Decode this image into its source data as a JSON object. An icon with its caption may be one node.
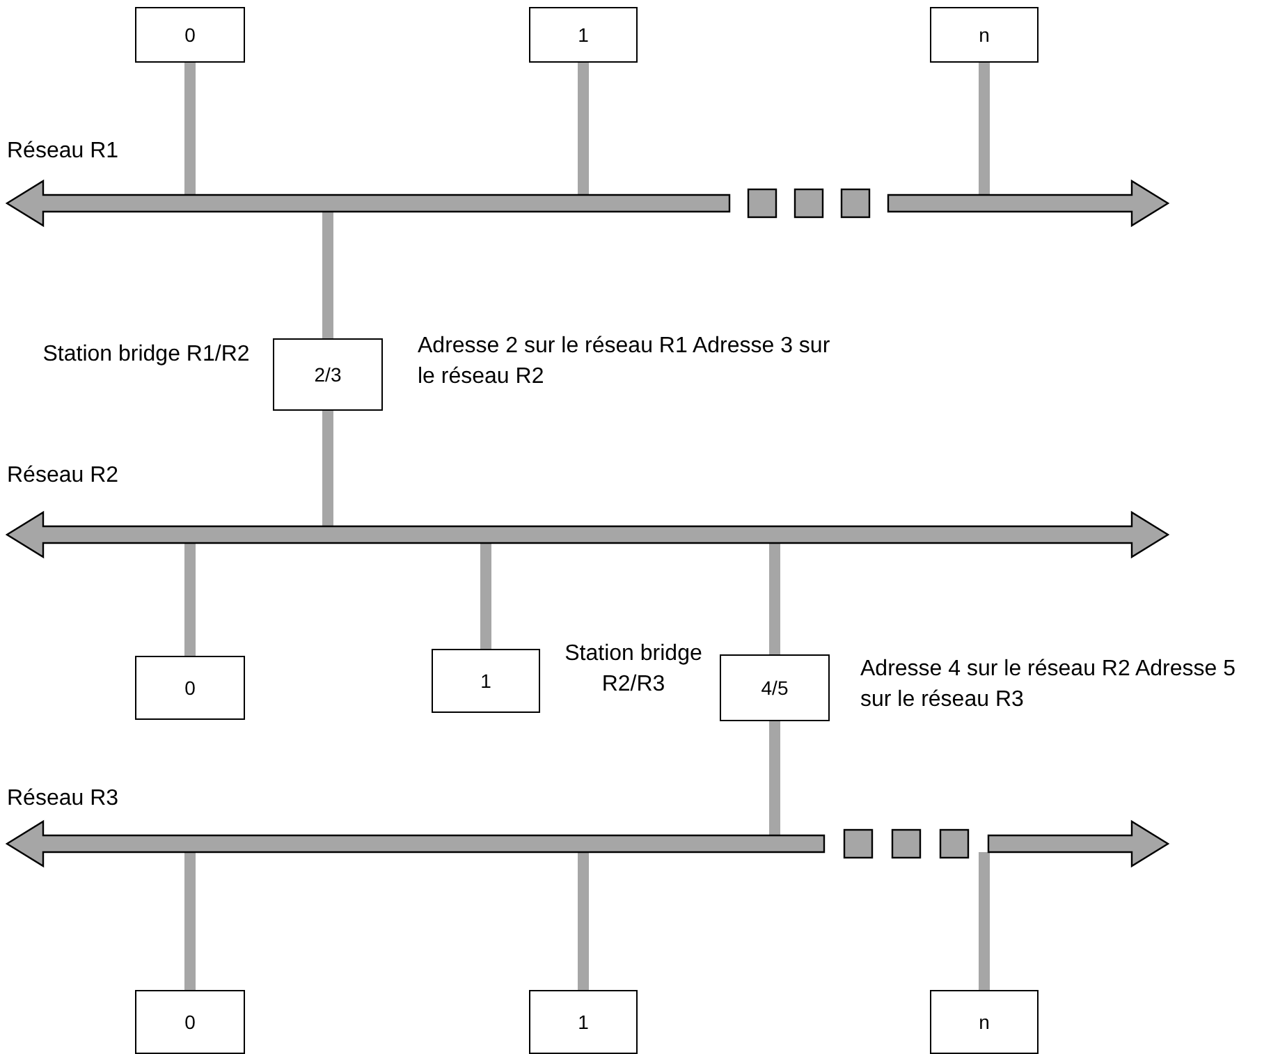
{
  "diagram": {
    "nodes": [
      {
        "text": [
          "0"
        ]
      },
      {
        "text": [
          "1"
        ]
      },
      {
        "text": [
          "n"
        ]
      },
      {
        "text": [
          "Réseau R1"
        ]
      },
      {
        "text": [
          "2/3"
        ],
        "beside": [
          "Station bridge R1/R2",
          "Adresse 2 sur le réseau R1 Adresse 3 sur le réseau R2"
        ]
      },
      {
        "text": [
          "Réseau R2"
        ]
      },
      {
        "text": [
          "0"
        ]
      },
      {
        "text": [
          "1"
        ]
      },
      {
        "text": [
          "4/5"
        ],
        "beside": [
          "Station bridge R2/R3",
          "Adresse 4 sur le réseau R2 Adresse 5 sur le réseau R3"
        ]
      },
      {
        "text": [
          "Réseau R3"
        ]
      },
      {
        "text": [
          "0"
        ]
      },
      {
        "text": [
          "1"
        ]
      },
      {
        "text": [
          "n"
        ]
      }
    ],
    "edges": [
      {
        "from": 0,
        "to": 3,
        "arrow": "none"
      },
      {
        "from": 1,
        "to": 3,
        "arrow": "none"
      },
      {
        "from": 2,
        "to": 3,
        "arrow": "none"
      },
      {
        "from": 3,
        "to": 4,
        "arrow": "none"
      },
      {
        "from": 4,
        "to": 5,
        "arrow": "none"
      },
      {
        "from": 5,
        "to": 6,
        "arrow": "none"
      },
      {
        "from": 5,
        "to": 7,
        "arrow": "none"
      },
      {
        "from": 5,
        "to": 8,
        "arrow": "none"
      },
      {
        "from": 8,
        "to": 9,
        "arrow": "none"
      },
      {
        "from": 9,
        "to": 10,
        "arrow": "none"
      },
      {
        "from": 9,
        "to": 11,
        "arrow": "none"
      },
      {
        "from": 9,
        "to": 12,
        "arrow": "none"
      }
    ]
  }
}
